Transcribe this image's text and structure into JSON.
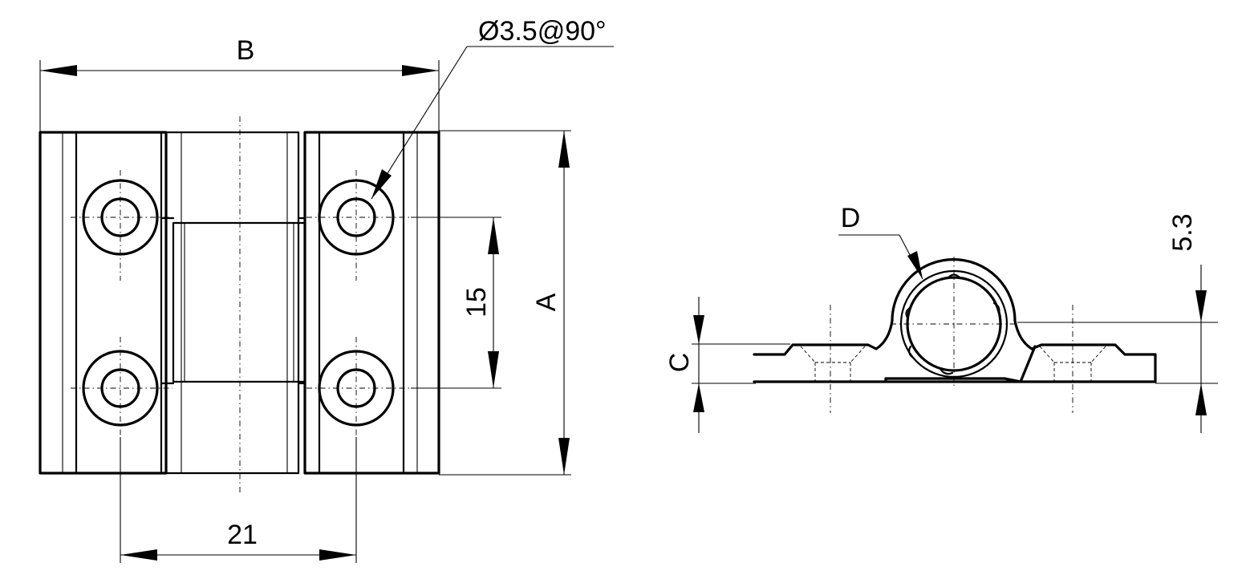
{
  "labels": {
    "dim_b": "B",
    "hole_spec": "Ø3.5@90°",
    "dim_15": "15",
    "dim_a": "A",
    "dim_21": "21",
    "dim_d": "D",
    "dim_c": "C",
    "dim_5_3": "5.3"
  }
}
